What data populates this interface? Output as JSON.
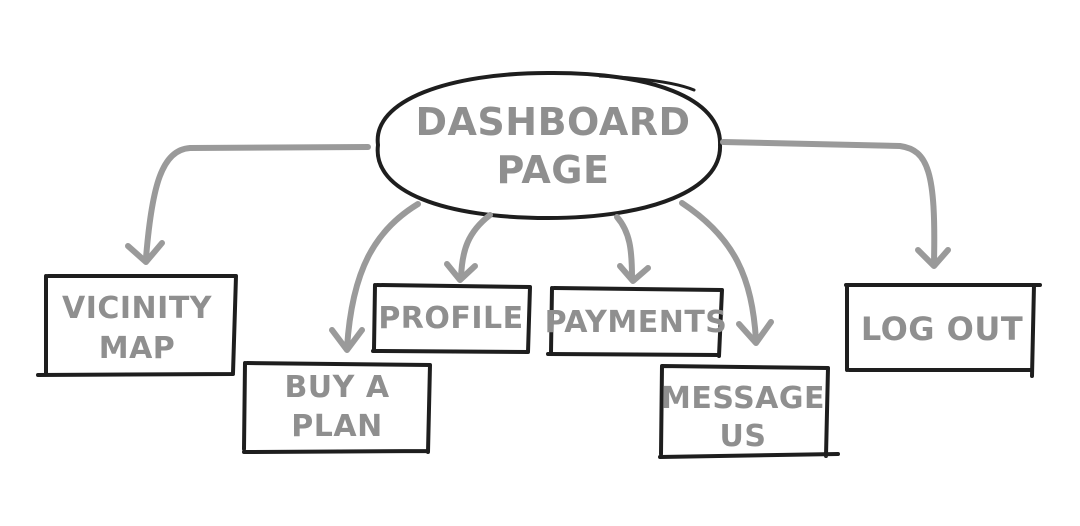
{
  "root": {
    "line1": "DASHBOARD",
    "line2": "PAGE"
  },
  "nodes": {
    "vicinity_map": {
      "line1": "VICINITY",
      "line2": "MAP"
    },
    "buy_a_plan": {
      "line1": "BUY A",
      "line2": "PLAN"
    },
    "profile": {
      "label": "PROFILE"
    },
    "payments": {
      "label": "PAYMENTS"
    },
    "message_us": {
      "line1": "MESSAGE",
      "line2": "US"
    },
    "log_out": {
      "label": "LOG OUT"
    }
  },
  "colors": {
    "text": "#8f8f8f",
    "arrow": "#9a9a9a",
    "outline": "#1e1e1e",
    "background": "#ffffff"
  }
}
